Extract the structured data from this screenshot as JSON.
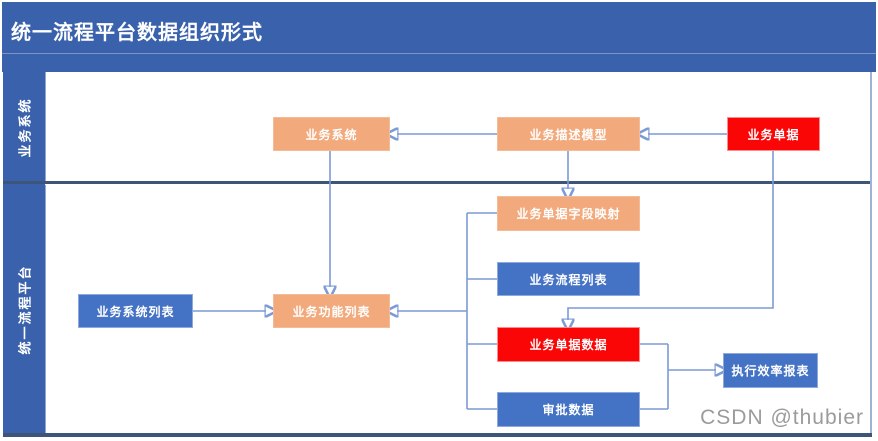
{
  "title": "统一流程平台数据组织形式",
  "lanes": [
    {
      "label": "业务系统"
    },
    {
      "label": "统一流程平台"
    }
  ],
  "nodes": {
    "business_system": {
      "label": "业务系统",
      "color": "orange"
    },
    "desc_model": {
      "label": "业务描述模型",
      "color": "orange"
    },
    "business_doc": {
      "label": "业务单据",
      "color": "red"
    },
    "field_mapping": {
      "label": "业务单据字段映射",
      "color": "orange"
    },
    "process_list": {
      "label": "业务流程列表",
      "color": "blue"
    },
    "doc_data": {
      "label": "业务单据数据",
      "color": "red"
    },
    "approval_data": {
      "label": "审批数据",
      "color": "blue"
    },
    "system_list": {
      "label": "业务系统列表",
      "color": "blue"
    },
    "function_list": {
      "label": "业务功能列表",
      "color": "orange"
    },
    "efficiency_report": {
      "label": "执行效率报表",
      "color": "blue"
    }
  },
  "watermark": "CSDN @thubier",
  "colors": {
    "header-blue": "#3A62AC",
    "frame-dark": "#3C5578",
    "box-blue": "#4472C4",
    "box-orange": "#F2A97B",
    "box-red": "#FB0606",
    "line-blue": "#7C9AD6",
    "arrow-blue": "#3E68BF"
  }
}
